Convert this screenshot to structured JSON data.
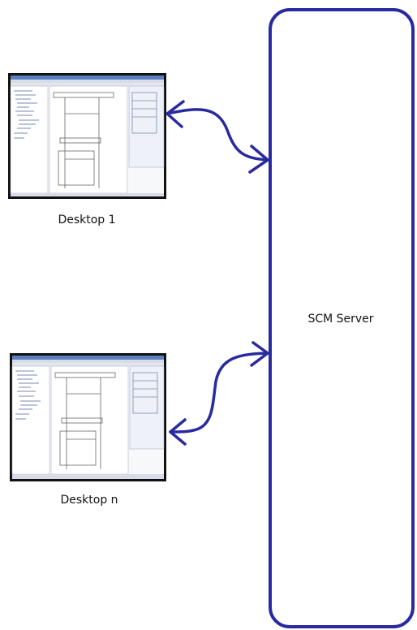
{
  "server": {
    "label": "SCM Server"
  },
  "desktops": [
    {
      "label": "Desktop 1"
    },
    {
      "label": "Desktop n"
    }
  ],
  "colors": {
    "connector": "#2a2aa0",
    "screen_frame": "#111111",
    "app_titlebar": "#5b7fbf",
    "app_toolbar": "#d8dce6",
    "app_panel": "#eef2f8",
    "diagram_lines": "#666666"
  }
}
